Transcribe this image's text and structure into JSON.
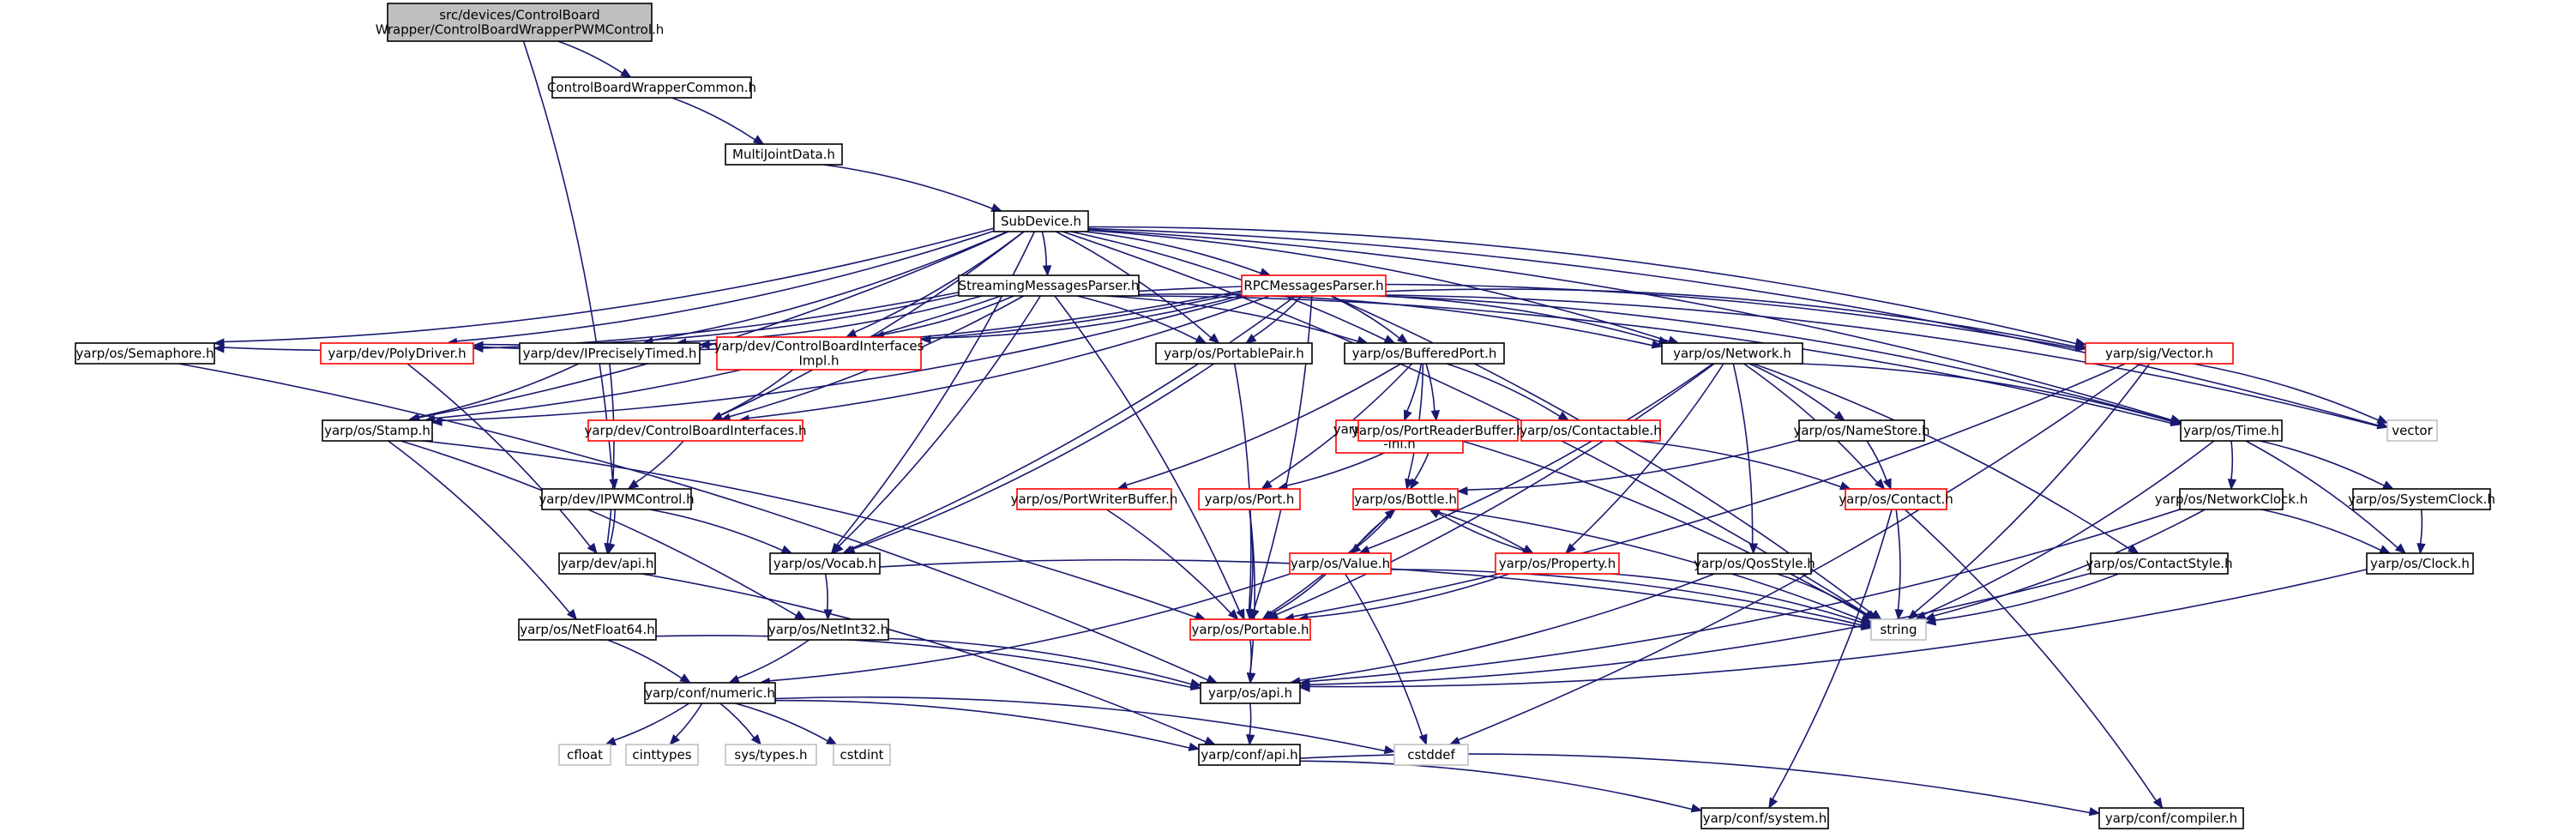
{
  "colors": {
    "edge": "#191970",
    "border_normal": "#000000",
    "border_incomplete": "#ff0000",
    "border_external": "#bfbfbf",
    "fill_root": "#bfbfbf",
    "fill": "#ffffff"
  },
  "nodes": [
    {
      "id": "root",
      "lines": [
        "src/devices/ControlBoard",
        "Wrapper/ControlBoardWrapperPWMControl.h"
      ],
      "kind": "root"
    },
    {
      "id": "cbwc",
      "lines": [
        "ControlBoardWrapperCommon.h"
      ],
      "kind": "normal"
    },
    {
      "id": "mjd",
      "lines": [
        "MultiJointData.h"
      ],
      "kind": "normal"
    },
    {
      "id": "subdev",
      "lines": [
        "SubDevice.h"
      ],
      "kind": "normal"
    },
    {
      "id": "smp",
      "lines": [
        "StreamingMessagesParser.h"
      ],
      "kind": "normal"
    },
    {
      "id": "rpc",
      "lines": [
        "RPCMessagesParser.h"
      ],
      "kind": "incomplete"
    },
    {
      "id": "sem",
      "lines": [
        "yarp/os/Semaphore.h"
      ],
      "kind": "normal"
    },
    {
      "id": "poly",
      "lines": [
        "yarp/dev/PolyDriver.h"
      ],
      "kind": "incomplete"
    },
    {
      "id": "iprec",
      "lines": [
        "yarp/dev/IPreciselyTimed.h"
      ],
      "kind": "normal"
    },
    {
      "id": "cbii",
      "lines": [
        "yarp/dev/ControlBoardInterfaces",
        "Impl.h"
      ],
      "kind": "incomplete"
    },
    {
      "id": "pp",
      "lines": [
        "yarp/os/PortablePair.h"
      ],
      "kind": "normal"
    },
    {
      "id": "bp",
      "lines": [
        "yarp/os/BufferedPort.h"
      ],
      "kind": "normal"
    },
    {
      "id": "net",
      "lines": [
        "yarp/os/Network.h"
      ],
      "kind": "normal"
    },
    {
      "id": "vec",
      "lines": [
        "yarp/sig/Vector.h"
      ],
      "kind": "incomplete"
    },
    {
      "id": "vector",
      "lines": [
        "vector"
      ],
      "kind": "external"
    },
    {
      "id": "stamp",
      "lines": [
        "yarp/os/Stamp.h"
      ],
      "kind": "normal"
    },
    {
      "id": "cbi",
      "lines": [
        "yarp/dev/ControlBoardInterfaces.h"
      ],
      "kind": "incomplete"
    },
    {
      "id": "bpinl",
      "lines": [
        "yarp/os/BufferedPort",
        "-inl.h"
      ],
      "kind": "incomplete"
    },
    {
      "id": "prb",
      "lines": [
        "yarp/os/PortReaderBuffer.h"
      ],
      "kind": "incomplete"
    },
    {
      "id": "contable",
      "lines": [
        "yarp/os/Contactable.h"
      ],
      "kind": "incomplete"
    },
    {
      "id": "ns",
      "lines": [
        "yarp/os/NameStore.h"
      ],
      "kind": "normal"
    },
    {
      "id": "time",
      "lines": [
        "yarp/os/Time.h"
      ],
      "kind": "normal"
    },
    {
      "id": "ipwm",
      "lines": [
        "yarp/dev/IPWMControl.h"
      ],
      "kind": "normal"
    },
    {
      "id": "pwb",
      "lines": [
        "yarp/os/PortWriterBuffer.h"
      ],
      "kind": "incomplete"
    },
    {
      "id": "port",
      "lines": [
        "yarp/os/Port.h"
      ],
      "kind": "incomplete"
    },
    {
      "id": "bottle",
      "lines": [
        "yarp/os/Bottle.h"
      ],
      "kind": "incomplete"
    },
    {
      "id": "contact",
      "lines": [
        "yarp/os/Contact.h"
      ],
      "kind": "incomplete"
    },
    {
      "id": "netclock",
      "lines": [
        "yarp/os/NetworkClock.h"
      ],
      "kind": "normal"
    },
    {
      "id": "sysclock",
      "lines": [
        "yarp/os/SystemClock.h"
      ],
      "kind": "normal"
    },
    {
      "id": "devapi",
      "lines": [
        "yarp/dev/api.h"
      ],
      "kind": "normal"
    },
    {
      "id": "vocab",
      "lines": [
        "yarp/os/Vocab.h"
      ],
      "kind": "normal"
    },
    {
      "id": "value",
      "lines": [
        "yarp/os/Value.h"
      ],
      "kind": "incomplete"
    },
    {
      "id": "prop",
      "lines": [
        "yarp/os/Property.h"
      ],
      "kind": "incomplete"
    },
    {
      "id": "qos",
      "lines": [
        "yarp/os/QosStyle.h"
      ],
      "kind": "normal"
    },
    {
      "id": "cstyle",
      "lines": [
        "yarp/os/ContactStyle.h"
      ],
      "kind": "normal"
    },
    {
      "id": "clock",
      "lines": [
        "yarp/os/Clock.h"
      ],
      "kind": "normal"
    },
    {
      "id": "nf64",
      "lines": [
        "yarp/os/NetFloat64.h"
      ],
      "kind": "normal"
    },
    {
      "id": "ni32",
      "lines": [
        "yarp/os/NetInt32.h"
      ],
      "kind": "normal"
    },
    {
      "id": "portable",
      "lines": [
        "yarp/os/Portable.h"
      ],
      "kind": "incomplete"
    },
    {
      "id": "string",
      "lines": [
        "string"
      ],
      "kind": "external"
    },
    {
      "id": "numeric",
      "lines": [
        "yarp/conf/numeric.h"
      ],
      "kind": "normal"
    },
    {
      "id": "osapi",
      "lines": [
        "yarp/os/api.h"
      ],
      "kind": "normal"
    },
    {
      "id": "cfloat",
      "lines": [
        "cfloat"
      ],
      "kind": "external"
    },
    {
      "id": "cinttypes",
      "lines": [
        "cinttypes"
      ],
      "kind": "external"
    },
    {
      "id": "systypes",
      "lines": [
        "sys/types.h"
      ],
      "kind": "external"
    },
    {
      "id": "cstdint",
      "lines": [
        "cstdint"
      ],
      "kind": "external"
    },
    {
      "id": "cstddef",
      "lines": [
        "cstddef"
      ],
      "kind": "external"
    },
    {
      "id": "confapi",
      "lines": [
        "yarp/conf/api.h"
      ],
      "kind": "normal"
    },
    {
      "id": "confsys",
      "lines": [
        "yarp/conf/system.h"
      ],
      "kind": "normal"
    },
    {
      "id": "confcomp",
      "lines": [
        "yarp/conf/compiler.h"
      ],
      "kind": "normal"
    }
  ],
  "edges": [
    [
      "root",
      "cbwc"
    ],
    [
      "root",
      "ipwm"
    ],
    [
      "cbwc",
      "mjd"
    ],
    [
      "mjd",
      "subdev"
    ],
    [
      "subdev",
      "smp"
    ],
    [
      "subdev",
      "rpc"
    ],
    [
      "subdev",
      "sem"
    ],
    [
      "subdev",
      "poly"
    ],
    [
      "subdev",
      "iprec"
    ],
    [
      "subdev",
      "cbii"
    ],
    [
      "subdev",
      "pp"
    ],
    [
      "subdev",
      "bp"
    ],
    [
      "subdev",
      "net"
    ],
    [
      "subdev",
      "vec"
    ],
    [
      "subdev",
      "vector"
    ],
    [
      "subdev",
      "stamp"
    ],
    [
      "subdev",
      "cbi"
    ],
    [
      "subdev",
      "time"
    ],
    [
      "subdev",
      "vocab"
    ],
    [
      "subdev",
      "string"
    ],
    [
      "smp",
      "sem"
    ],
    [
      "smp",
      "poly"
    ],
    [
      "smp",
      "iprec"
    ],
    [
      "smp",
      "cbii"
    ],
    [
      "smp",
      "pp"
    ],
    [
      "smp",
      "bp"
    ],
    [
      "smp",
      "net"
    ],
    [
      "smp",
      "vec"
    ],
    [
      "smp",
      "stamp"
    ],
    [
      "smp",
      "cbi"
    ],
    [
      "smp",
      "vocab"
    ],
    [
      "smp",
      "time"
    ],
    [
      "smp",
      "portable"
    ],
    [
      "rpc",
      "poly"
    ],
    [
      "rpc",
      "iprec"
    ],
    [
      "rpc",
      "cbii"
    ],
    [
      "rpc",
      "pp"
    ],
    [
      "rpc",
      "bp"
    ],
    [
      "rpc",
      "net"
    ],
    [
      "rpc",
      "vec"
    ],
    [
      "rpc",
      "vector"
    ],
    [
      "rpc",
      "stamp"
    ],
    [
      "rpc",
      "cbi"
    ],
    [
      "rpc",
      "time"
    ],
    [
      "rpc",
      "vocab"
    ],
    [
      "rpc",
      "string"
    ],
    [
      "rpc",
      "portable"
    ],
    [
      "sem",
      "osapi"
    ],
    [
      "poly",
      "devapi"
    ],
    [
      "iprec",
      "stamp"
    ],
    [
      "iprec",
      "devapi"
    ],
    [
      "cbii",
      "cbi"
    ],
    [
      "pp",
      "portable"
    ],
    [
      "pp",
      "vocab"
    ],
    [
      "bp",
      "bpinl"
    ],
    [
      "bp",
      "prb"
    ],
    [
      "bp",
      "contable"
    ],
    [
      "bp",
      "port"
    ],
    [
      "bp",
      "pwb"
    ],
    [
      "bp",
      "bottle"
    ],
    [
      "net",
      "time"
    ],
    [
      "net",
      "ns"
    ],
    [
      "net",
      "contact"
    ],
    [
      "net",
      "prop"
    ],
    [
      "net",
      "value"
    ],
    [
      "net",
      "qos"
    ],
    [
      "net",
      "cstyle"
    ],
    [
      "net",
      "portable"
    ],
    [
      "vec",
      "vector"
    ],
    [
      "vec",
      "string"
    ],
    [
      "vec",
      "portable"
    ],
    [
      "vec",
      "cstddef"
    ],
    [
      "stamp",
      "portable"
    ],
    [
      "stamp",
      "nf64"
    ],
    [
      "stamp",
      "ni32"
    ],
    [
      "cbi",
      "ipwm"
    ],
    [
      "prb",
      "port"
    ],
    [
      "prb",
      "bottle"
    ],
    [
      "prb",
      "string"
    ],
    [
      "contable",
      "contact"
    ],
    [
      "ns",
      "bottle"
    ],
    [
      "ns",
      "contact"
    ],
    [
      "time",
      "netclock"
    ],
    [
      "time",
      "sysclock"
    ],
    [
      "time",
      "clock"
    ],
    [
      "time",
      "string"
    ],
    [
      "ipwm",
      "devapi"
    ],
    [
      "ipwm",
      "vocab"
    ],
    [
      "pwb",
      "portable"
    ],
    [
      "port",
      "portable"
    ],
    [
      "port",
      "osapi"
    ],
    [
      "bottle",
      "value"
    ],
    [
      "bottle",
      "prop"
    ],
    [
      "bottle",
      "portable"
    ],
    [
      "bottle",
      "string"
    ],
    [
      "contact",
      "string"
    ],
    [
      "contact",
      "confsys"
    ],
    [
      "contact",
      "confcomp"
    ],
    [
      "netclock",
      "clock"
    ],
    [
      "netclock",
      "string"
    ],
    [
      "netclock",
      "osapi"
    ],
    [
      "sysclock",
      "clock"
    ],
    [
      "devapi",
      "confapi"
    ],
    [
      "vocab",
      "ni32"
    ],
    [
      "vocab",
      "string"
    ],
    [
      "value",
      "bottle"
    ],
    [
      "value",
      "portable"
    ],
    [
      "value",
      "numeric"
    ],
    [
      "value",
      "string"
    ],
    [
      "value",
      "cstddef"
    ],
    [
      "prop",
      "bottle"
    ],
    [
      "prop",
      "portable"
    ],
    [
      "prop",
      "string"
    ],
    [
      "qos",
      "string"
    ],
    [
      "qos",
      "osapi"
    ],
    [
      "cstyle",
      "string"
    ],
    [
      "cstyle",
      "osapi"
    ],
    [
      "clock",
      "osapi"
    ],
    [
      "nf64",
      "numeric"
    ],
    [
      "nf64",
      "osapi"
    ],
    [
      "ni32",
      "numeric"
    ],
    [
      "ni32",
      "osapi"
    ],
    [
      "portable",
      "osapi"
    ],
    [
      "numeric",
      "cfloat"
    ],
    [
      "numeric",
      "cinttypes"
    ],
    [
      "numeric",
      "systypes"
    ],
    [
      "numeric",
      "cstdint"
    ],
    [
      "numeric",
      "cstddef"
    ],
    [
      "numeric",
      "confapi"
    ],
    [
      "osapi",
      "confapi"
    ],
    [
      "confapi",
      "confsys"
    ],
    [
      "confapi",
      "confcomp"
    ]
  ]
}
